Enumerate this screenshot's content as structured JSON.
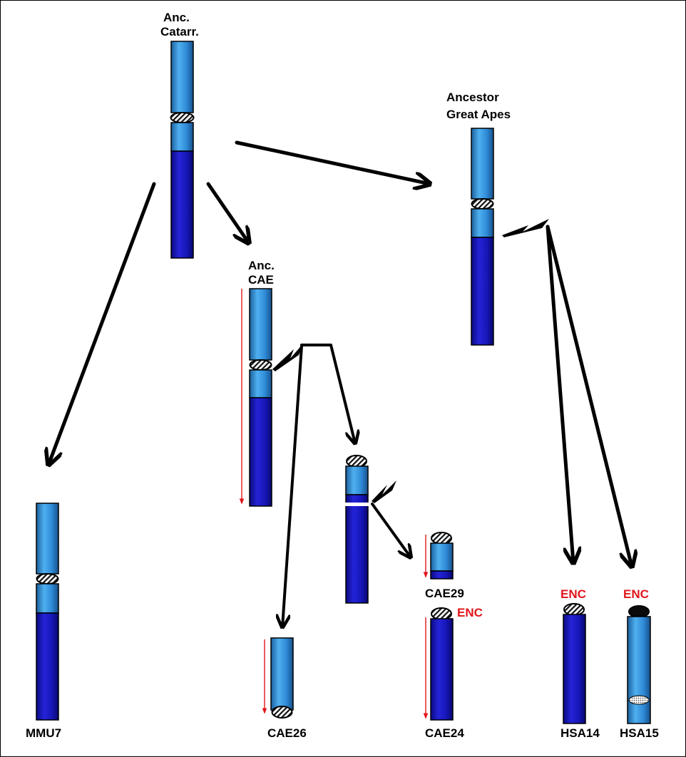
{
  "labels": {
    "anc_catarr_line1": "Anc.",
    "anc_catarr_line2": "Catarr.",
    "anc_cae_line1": "Anc.",
    "anc_cae_line2": "CAE",
    "ancestor_great_apes_line1": "Ancestor",
    "ancestor_great_apes_line2": "Great Apes",
    "mmu7": "MMU7",
    "cae26": "CAE26",
    "cae29": "CAE29",
    "cae24": "CAE24",
    "hsa14": "HSA14",
    "hsa15": "HSA15",
    "enc": "ENC"
  },
  "colors": {
    "light_blue_segment": "#2f8fd8",
    "dark_blue_segment": "#1414b4",
    "arrow": "#000000",
    "orientation_arrow": "#e0161b",
    "enc_text": "#e0161b"
  }
}
